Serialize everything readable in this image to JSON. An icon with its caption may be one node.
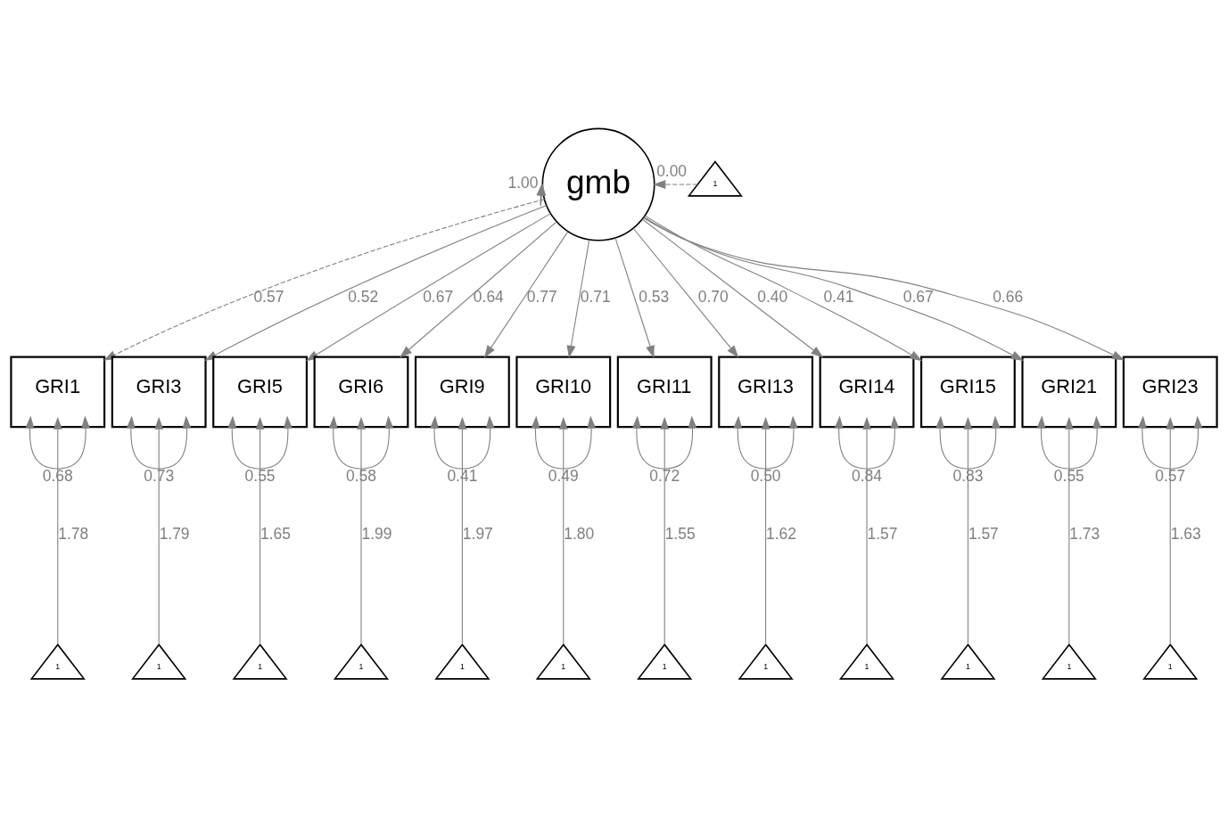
{
  "diagram": {
    "nodes": [
      {
        "text": [
          "gmb"
        ]
      },
      {
        "text": [
          "GRI1"
        ]
      },
      {
        "text": [
          "GRI3"
        ]
      },
      {
        "text": [
          "GRI5"
        ]
      },
      {
        "text": [
          "GRI6"
        ]
      },
      {
        "text": [
          "GRI9"
        ]
      },
      {
        "text": [
          "GRI10"
        ]
      },
      {
        "text": [
          "GRI11"
        ]
      },
      {
        "text": [
          "GRI13"
        ]
      },
      {
        "text": [
          "GRI14"
        ]
      },
      {
        "text": [
          "GRI15"
        ]
      },
      {
        "text": [
          "GRI21"
        ]
      },
      {
        "text": [
          "GRI23"
        ]
      },
      {
        "text": [
          "1"
        ]
      },
      {
        "text": [
          "1"
        ]
      },
      {
        "text": [
          "1"
        ]
      },
      {
        "text": [
          "1"
        ]
      },
      {
        "text": [
          "1"
        ]
      },
      {
        "text": [
          "1"
        ]
      },
      {
        "text": [
          "1"
        ]
      },
      {
        "text": [
          "1"
        ]
      },
      {
        "text": [
          "1"
        ]
      },
      {
        "text": [
          "1"
        ]
      },
      {
        "text": [
          "1"
        ]
      },
      {
        "text": [
          "1"
        ]
      },
      {
        "text": [
          "1"
        ]
      }
    ],
    "edges": [
      {
        "from": 0,
        "to": 0,
        "arrow": "both",
        "label": "1.00"
      },
      {
        "from": 13,
        "to": 0,
        "arrow": "to",
        "label": "0.00",
        "style": "dashed"
      },
      {
        "from": 0,
        "to": 1,
        "arrow": "to",
        "label": "0.57",
        "style": "dashed"
      },
      {
        "from": 0,
        "to": 2,
        "arrow": "to",
        "label": "0.52"
      },
      {
        "from": 0,
        "to": 3,
        "arrow": "to",
        "label": "0.67"
      },
      {
        "from": 0,
        "to": 4,
        "arrow": "to",
        "label": "0.64"
      },
      {
        "from": 0,
        "to": 5,
        "arrow": "to",
        "label": "0.77"
      },
      {
        "from": 0,
        "to": 6,
        "arrow": "to",
        "label": "0.71"
      },
      {
        "from": 0,
        "to": 7,
        "arrow": "to",
        "label": "0.53"
      },
      {
        "from": 0,
        "to": 8,
        "arrow": "to",
        "label": "0.70"
      },
      {
        "from": 0,
        "to": 9,
        "arrow": "to",
        "label": "0.40"
      },
      {
        "from": 0,
        "to": 10,
        "arrow": "to",
        "label": "0.41"
      },
      {
        "from": 0,
        "to": 11,
        "arrow": "to",
        "label": "0.67"
      },
      {
        "from": 0,
        "to": 12,
        "arrow": "to",
        "label": "0.66"
      },
      {
        "from": 1,
        "to": 1,
        "arrow": "both",
        "label": "0.68"
      },
      {
        "from": 2,
        "to": 2,
        "arrow": "both",
        "label": "0.73"
      },
      {
        "from": 3,
        "to": 3,
        "arrow": "both",
        "label": "0.55"
      },
      {
        "from": 4,
        "to": 4,
        "arrow": "both",
        "label": "0.58"
      },
      {
        "from": 5,
        "to": 5,
        "arrow": "both",
        "label": "0.41"
      },
      {
        "from": 6,
        "to": 6,
        "arrow": "both",
        "label": "0.49"
      },
      {
        "from": 7,
        "to": 7,
        "arrow": "both",
        "label": "0.72"
      },
      {
        "from": 8,
        "to": 8,
        "arrow": "both",
        "label": "0.50"
      },
      {
        "from": 9,
        "to": 9,
        "arrow": "both",
        "label": "0.84"
      },
      {
        "from": 10,
        "to": 10,
        "arrow": "both",
        "label": "0.83"
      },
      {
        "from": 11,
        "to": 11,
        "arrow": "both",
        "label": "0.55"
      },
      {
        "from": 12,
        "to": 12,
        "arrow": "both",
        "label": "0.57"
      },
      {
        "from": 14,
        "to": 1,
        "arrow": "to",
        "label": "1.78"
      },
      {
        "from": 15,
        "to": 2,
        "arrow": "to",
        "label": "1.79"
      },
      {
        "from": 16,
        "to": 3,
        "arrow": "to",
        "label": "1.65"
      },
      {
        "from": 17,
        "to": 4,
        "arrow": "to",
        "label": "1.99"
      },
      {
        "from": 18,
        "to": 5,
        "arrow": "to",
        "label": "1.97"
      },
      {
        "from": 19,
        "to": 6,
        "arrow": "to",
        "label": "1.80"
      },
      {
        "from": 20,
        "to": 7,
        "arrow": "to",
        "label": "1.55"
      },
      {
        "from": 21,
        "to": 8,
        "arrow": "to",
        "label": "1.62"
      },
      {
        "from": 22,
        "to": 9,
        "arrow": "to",
        "label": "1.57"
      },
      {
        "from": 23,
        "to": 10,
        "arrow": "to",
        "label": "1.57"
      },
      {
        "from": 24,
        "to": 11,
        "arrow": "to",
        "label": "1.73"
      },
      {
        "from": 25,
        "to": 12,
        "arrow": "to",
        "label": "1.63"
      }
    ]
  }
}
